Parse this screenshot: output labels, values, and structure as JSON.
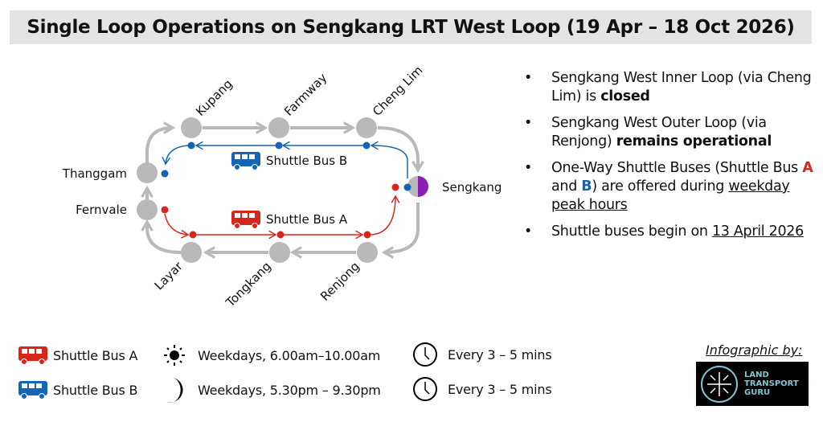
{
  "title": "Single Loop Operations on Sengkang LRT West Loop (19 Apr – 18 Oct 2026)",
  "stations": {
    "kupang": "Kupang",
    "farmway": "Farmway",
    "cheng_lim": "Cheng Lim",
    "thanggam": "Thanggam",
    "fernvale": "Fernvale",
    "sengkang": "Sengkang",
    "layar": "Layar",
    "tongkang": "Tongkang",
    "renjong": "Renjong"
  },
  "shuttles": {
    "a": "Shuttle Bus A",
    "b": "Shuttle Bus B"
  },
  "colors": {
    "a": "#d9261c",
    "b": "#1565b4",
    "loop": "#b9b9b9",
    "sengkang": "#8e1fb5"
  },
  "bullets": [
    {
      "parts": [
        {
          "t": "Sengkang West Inner Loop (via Cheng Lim) is "
        },
        {
          "t": "closed",
          "bold": true
        }
      ]
    },
    {
      "parts": [
        {
          "t": "Sengkang West Outer Loop (via Renjong) "
        },
        {
          "t": "remains operational",
          "bold": true
        }
      ]
    },
    {
      "parts": [
        {
          "t": "One-Way Shuttle Buses (Shuttle Bus "
        },
        {
          "t": "A",
          "bold": true,
          "color": "#d9261c"
        },
        {
          "t": " and "
        },
        {
          "t": "B",
          "bold": true,
          "color": "#1565b4"
        },
        {
          "t": ") are offered during "
        },
        {
          "t": "weekday peak hours",
          "underline": true
        }
      ]
    },
    {
      "parts": [
        {
          "t": "Shuttle buses begin on "
        },
        {
          "t": "13 April 2026",
          "underline": true
        }
      ]
    }
  ],
  "legend": [
    {
      "bus": "Shuttle Bus A",
      "hours": "Weekdays, 6.00am–10.00am",
      "freq": "Every 3 – 5 mins",
      "period_icon": "sun-icon"
    },
    {
      "bus": "Shuttle Bus B",
      "hours": "Weekdays, 5.30pm – 9.30pm",
      "freq": "Every 3 – 5 mins",
      "period_icon": "moon-icon"
    }
  ],
  "credit": "Infographic by:",
  "logo_text": "LAND TRANSPORT GURU"
}
